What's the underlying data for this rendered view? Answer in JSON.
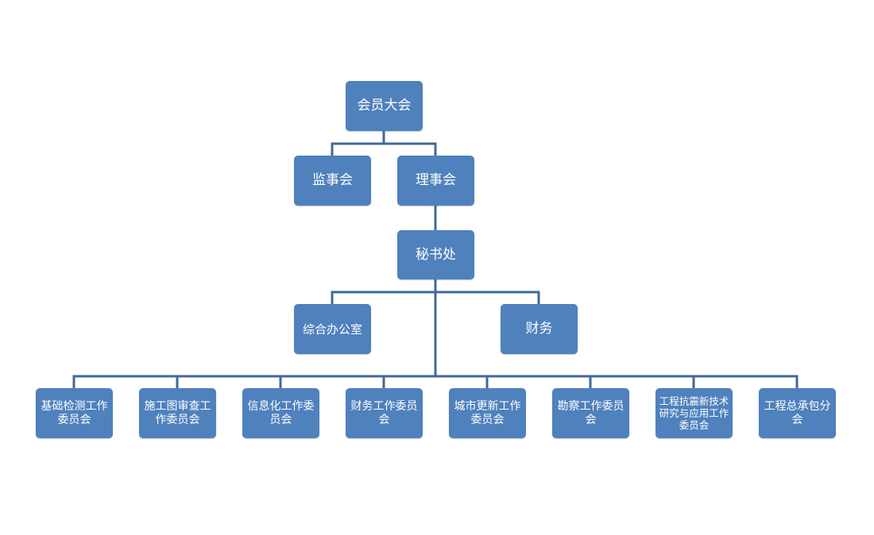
{
  "colors": {
    "box_fill": "#4f81bd",
    "connector": "#3f6a96",
    "text": "#ffffff"
  },
  "nodes": {
    "general_assembly": "会员大会",
    "supervisory_board": "监事会",
    "council": "理事会",
    "secretariat": "秘书处",
    "general_office": "综合办公室",
    "finance": "财务",
    "committees": [
      "基础检测工作委员会",
      "施工图审查工作委员会",
      "信息化工作委员会",
      "财务工作委员会",
      "城市更新工作委员会",
      "勘察工作委员会",
      "工程抗震新技术研究与应用工作委员会",
      "工程总承包分会"
    ]
  }
}
